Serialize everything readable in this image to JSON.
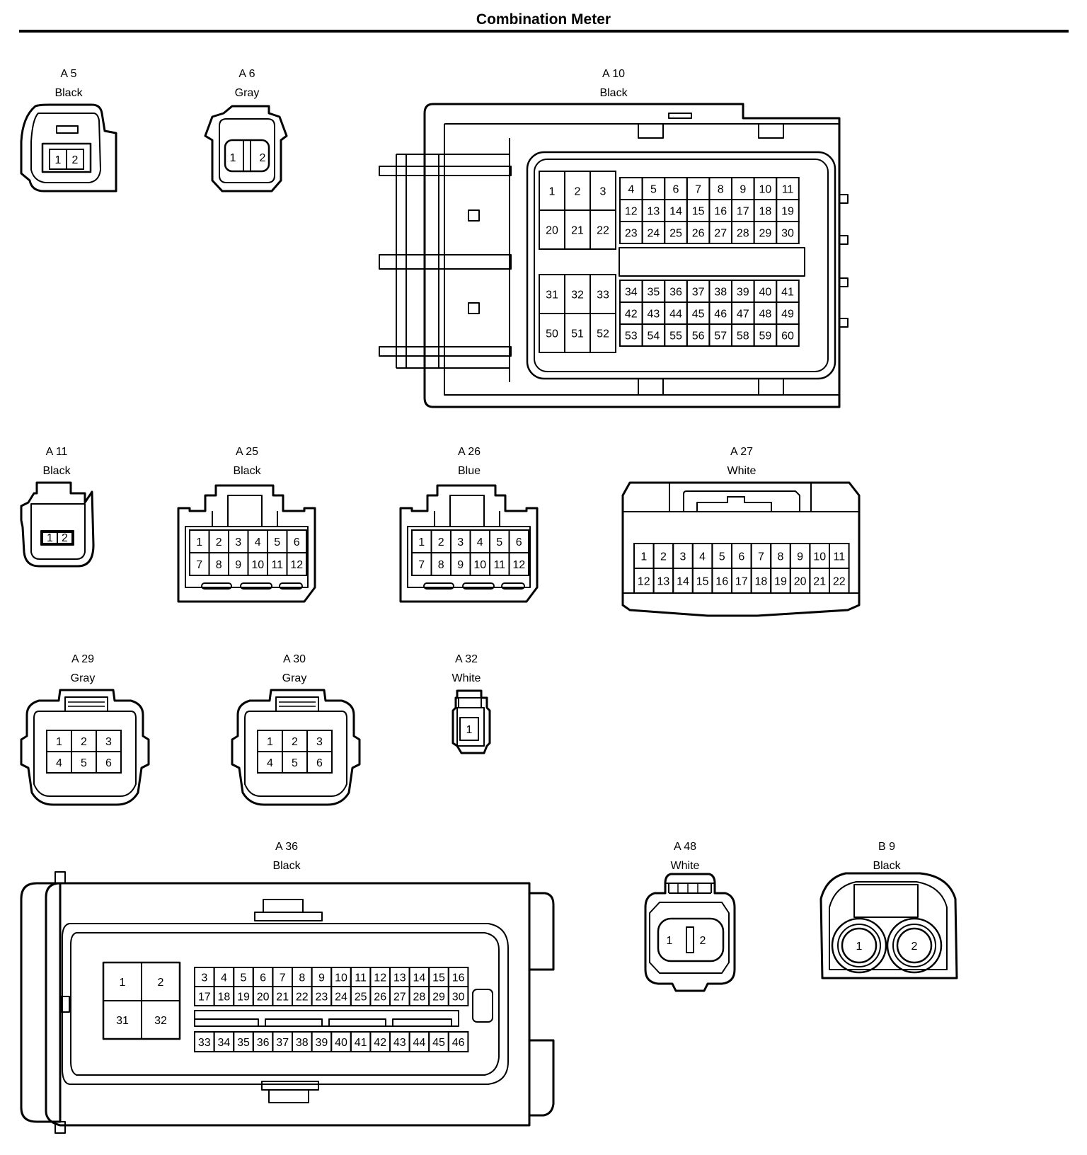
{
  "title": "Combination Meter",
  "connectors": {
    "a5": {
      "code": "A 5",
      "color": "Black"
    },
    "a6": {
      "code": "A 6",
      "color": "Gray"
    },
    "a10": {
      "code": "A 10",
      "color": "Black"
    },
    "a11": {
      "code": "A 11",
      "color": "Black"
    },
    "a25": {
      "code": "A 25",
      "color": "Black"
    },
    "a26": {
      "code": "A 26",
      "color": "Blue"
    },
    "a27": {
      "code": "A 27",
      "color": "White"
    },
    "a29": {
      "code": "A 29",
      "color": "Gray"
    },
    "a30": {
      "code": "A 30",
      "color": "Gray"
    },
    "a32": {
      "code": "A 32",
      "color": "White"
    },
    "a36": {
      "code": "A 36",
      "color": "Black"
    },
    "a48": {
      "code": "A 48",
      "color": "White"
    },
    "b9": {
      "code": "B 9",
      "color": "Black"
    }
  }
}
